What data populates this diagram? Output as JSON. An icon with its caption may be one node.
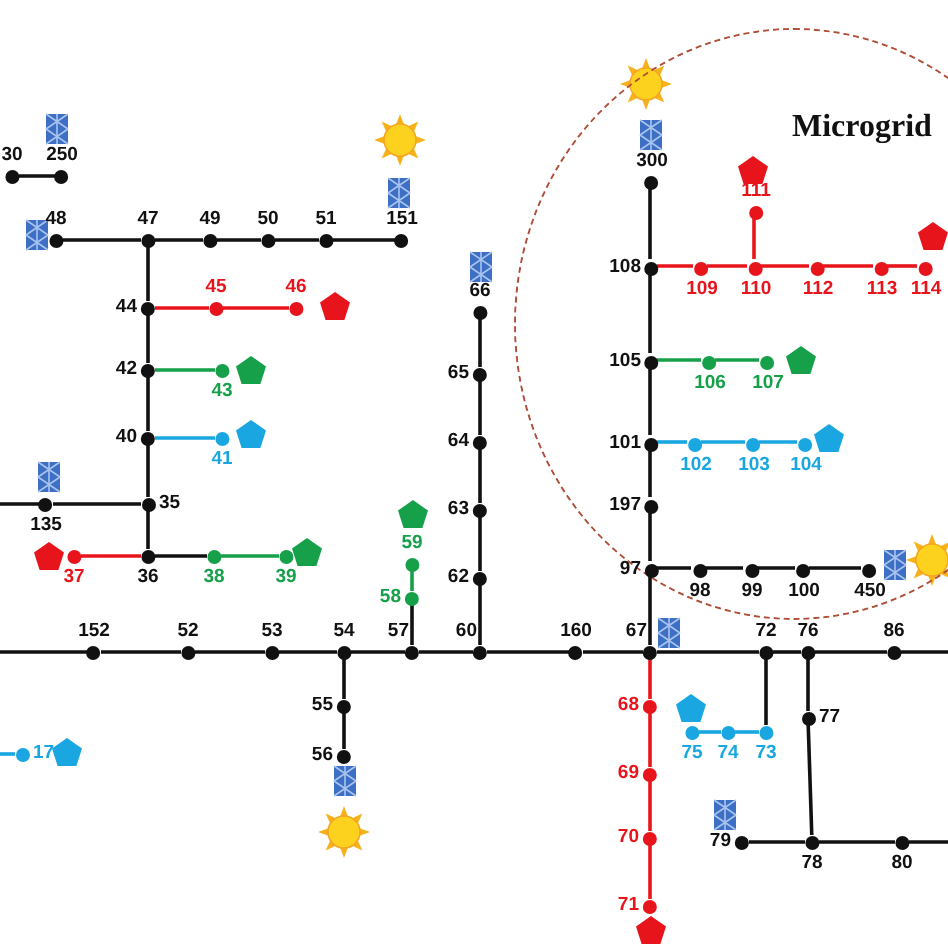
{
  "diagram": {
    "nodes": [
      {
        "text": [
          "30"
        ]
      },
      {
        "text": [
          "250"
        ]
      },
      {
        "text": [
          "48"
        ]
      },
      {
        "text": [
          "47"
        ]
      },
      {
        "text": [
          "49"
        ]
      },
      {
        "text": [
          "50"
        ]
      },
      {
        "text": [
          "51"
        ]
      },
      {
        "text": [
          "151"
        ]
      },
      {
        "text": [
          "44"
        ]
      },
      {
        "text": [
          "45"
        ]
      },
      {
        "text": [
          "46"
        ]
      },
      {
        "text": [
          "42"
        ]
      },
      {
        "text": [
          "43"
        ]
      },
      {
        "text": [
          "40"
        ]
      },
      {
        "text": [
          "41"
        ]
      },
      {
        "text": [
          "135"
        ]
      },
      {
        "text": [
          "35"
        ]
      },
      {
        "text": [
          "37"
        ]
      },
      {
        "text": [
          "36"
        ]
      },
      {
        "text": [
          "38"
        ]
      },
      {
        "text": [
          "39"
        ]
      },
      {
        "text": [
          "66"
        ]
      },
      {
        "text": [
          "65"
        ]
      },
      {
        "text": [
          "64"
        ]
      },
      {
        "text": [
          "63"
        ]
      },
      {
        "text": [
          "59"
        ]
      },
      {
        "text": [
          "58"
        ]
      },
      {
        "text": [
          "62"
        ]
      },
      {
        "text": [
          "Microgrid"
        ]
      },
      {
        "text": [
          "300"
        ],
        "in": 28
      },
      {
        "text": [
          "111"
        ],
        "in": 28
      },
      {
        "text": [
          "108"
        ],
        "in": 28
      },
      {
        "text": [
          "109"
        ],
        "in": 28
      },
      {
        "text": [
          "110"
        ],
        "in": 28
      },
      {
        "text": [
          "112"
        ],
        "in": 28
      },
      {
        "text": [
          "113"
        ],
        "in": 28
      },
      {
        "text": [
          "114"
        ],
        "in": 28
      },
      {
        "text": [
          "105"
        ],
        "in": 28
      },
      {
        "text": [
          "106"
        ],
        "in": 28
      },
      {
        "text": [
          "107"
        ],
        "in": 28
      },
      {
        "text": [
          "101"
        ],
        "in": 28
      },
      {
        "text": [
          "102"
        ],
        "in": 28
      },
      {
        "text": [
          "103"
        ],
        "in": 28
      },
      {
        "text": [
          "104"
        ],
        "in": 28
      },
      {
        "text": [
          "197"
        ],
        "in": 28
      },
      {
        "text": [
          "97"
        ],
        "in": 28
      },
      {
        "text": [
          "98"
        ],
        "in": 28
      },
      {
        "text": [
          "99"
        ],
        "in": 28
      },
      {
        "text": [
          "100"
        ],
        "in": 28
      },
      {
        "text": [
          "450"
        ],
        "in": 28
      },
      {
        "text": [
          "152"
        ]
      },
      {
        "text": [
          "52"
        ]
      },
      {
        "text": [
          "53"
        ]
      },
      {
        "text": [
          "54"
        ]
      },
      {
        "text": [
          "57"
        ]
      },
      {
        "text": [
          "60"
        ]
      },
      {
        "text": [
          "160"
        ]
      },
      {
        "text": [
          "67"
        ]
      },
      {
        "text": [
          "72"
        ]
      },
      {
        "text": [
          "76"
        ]
      },
      {
        "text": [
          "86"
        ]
      },
      {
        "text": [
          "55"
        ]
      },
      {
        "text": [
          "68"
        ]
      },
      {
        "text": [
          "77"
        ]
      },
      {
        "text": [
          "75"
        ]
      },
      {
        "text": [
          "74"
        ]
      },
      {
        "text": [
          "73"
        ]
      },
      {
        "text": [
          "17"
        ]
      },
      {
        "text": [
          "56"
        ]
      },
      {
        "text": [
          "69"
        ]
      },
      {
        "text": [
          "79"
        ]
      },
      {
        "text": [
          "78"
        ]
      },
      {
        "text": [
          "80"
        ]
      },
      {
        "text": [
          "70"
        ]
      },
      {
        "text": [
          "71"
        ]
      }
    ],
    "edges": [
      {
        "from": 0,
        "to": 1,
        "arrow": "none"
      },
      {
        "from": 2,
        "to": 3,
        "arrow": "none"
      },
      {
        "from": 3,
        "to": 4,
        "arrow": "none"
      },
      {
        "from": 4,
        "to": 5,
        "arrow": "none"
      },
      {
        "from": 5,
        "to": 6,
        "arrow": "none"
      },
      {
        "from": 6,
        "to": 7,
        "arrow": "none"
      },
      {
        "from": 3,
        "to": 8,
        "arrow": "none"
      },
      {
        "from": 8,
        "to": 9,
        "arrow": "none",
        "color": "#e8141c"
      },
      {
        "from": 9,
        "to": 10,
        "arrow": "none",
        "color": "#e8141c"
      },
      {
        "from": 8,
        "to": 11,
        "arrow": "none"
      },
      {
        "from": 11,
        "to": 12,
        "arrow": "none",
        "color": "#16a04a"
      },
      {
        "from": 11,
        "to": 13,
        "arrow": "none"
      },
      {
        "from": 13,
        "to": 14,
        "arrow": "none",
        "color": "#1aa7e1"
      },
      {
        "from": 13,
        "to": 16,
        "arrow": "none"
      },
      {
        "from": null,
        "to": 15,
        "arrow": "none"
      },
      {
        "from": 15,
        "to": 16,
        "arrow": "none"
      },
      {
        "from": 16,
        "to": 18,
        "arrow": "none"
      },
      {
        "from": 18,
        "to": 17,
        "arrow": "none",
        "color": "#e8141c"
      },
      {
        "from": 18,
        "to": 19,
        "arrow": "none"
      },
      {
        "from": 19,
        "to": 20,
        "arrow": "none",
        "color": "#16a04a"
      },
      {
        "from": 21,
        "to": 22,
        "arrow": "none"
      },
      {
        "from": 22,
        "to": 23,
        "arrow": "none"
      },
      {
        "from": 23,
        "to": 24,
        "arrow": "none"
      },
      {
        "from": 24,
        "to": 27,
        "arrow": "none"
      },
      {
        "from": 27,
        "to": 55,
        "arrow": "none"
      },
      {
        "from": 26,
        "to": 25,
        "arrow": "none",
        "color": "#16a04a"
      },
      {
        "from": 26,
        "to": 54,
        "arrow": "none"
      },
      {
        "from": 29,
        "to": 31,
        "arrow": "none"
      },
      {
        "from": 31,
        "to": 32,
        "arrow": "none",
        "color": "#e8141c"
      },
      {
        "from": 32,
        "to": 33,
        "arrow": "none",
        "color": "#e8141c"
      },
      {
        "from": 33,
        "to": 30,
        "arrow": "none",
        "color": "#e8141c"
      },
      {
        "from": 33,
        "to": 34,
        "arrow": "none",
        "color": "#e8141c"
      },
      {
        "from": 34,
        "to": 35,
        "arrow": "none",
        "color": "#e8141c"
      },
      {
        "from": 35,
        "to": 36,
        "arrow": "none",
        "color": "#e8141c"
      },
      {
        "from": 31,
        "to": 37,
        "arrow": "none"
      },
      {
        "from": 37,
        "to": 38,
        "arrow": "none",
        "color": "#16a04a"
      },
      {
        "from": 38,
        "to": 39,
        "arrow": "none",
        "color": "#16a04a"
      },
      {
        "from": 37,
        "to": 40,
        "arrow": "none"
      },
      {
        "from": 40,
        "to": 41,
        "arrow": "none",
        "color": "#1aa7e1"
      },
      {
        "from": 41,
        "to": 42,
        "arrow": "none",
        "color": "#1aa7e1"
      },
      {
        "from": 42,
        "to": 43,
        "arrow": "none",
        "color": "#1aa7e1"
      },
      {
        "from": 40,
        "to": 44,
        "arrow": "none"
      },
      {
        "from": 44,
        "to": 45,
        "arrow": "none"
      },
      {
        "from": 45,
        "to": 46,
        "arrow": "none"
      },
      {
        "from": 46,
        "to": 47,
        "arrow": "none"
      },
      {
        "from": 47,
        "to": 48,
        "arrow": "none"
      },
      {
        "from": 48,
        "to": 49,
        "arrow": "none"
      },
      {
        "from": 45,
        "to": 57,
        "arrow": "none"
      },
      {
        "from": null,
        "to": 50,
        "arrow": "none"
      },
      {
        "from": 50,
        "to": 51,
        "arrow": "none"
      },
      {
        "from": 51,
        "to": 52,
        "arrow": "none"
      },
      {
        "from": 52,
        "to": 53,
        "arrow": "none"
      },
      {
        "from": 53,
        "to": 54,
        "arrow": "none"
      },
      {
        "from": 54,
        "to": 55,
        "arrow": "none"
      },
      {
        "from": 55,
        "to": 56,
        "arrow": "none"
      },
      {
        "from": 56,
        "to": 57,
        "arrow": "none"
      },
      {
        "from": 57,
        "to": 58,
        "arrow": "none"
      },
      {
        "from": 58,
        "to": 59,
        "arrow": "none"
      },
      {
        "from": 59,
        "to": 60,
        "arrow": "none"
      },
      {
        "from": 60,
        "to": null,
        "arrow": "none"
      },
      {
        "from": 53,
        "to": 61,
        "arrow": "none"
      },
      {
        "from": 61,
        "to": 68,
        "arrow": "none"
      },
      {
        "from": 57,
        "to": 62,
        "arrow": "none",
        "color": "#e8141c"
      },
      {
        "from": 62,
        "to": 69,
        "arrow": "none",
        "color": "#e8141c"
      },
      {
        "from": 69,
        "to": 73,
        "arrow": "none",
        "color": "#e8141c"
      },
      {
        "from": 73,
        "to": 74,
        "arrow": "none",
        "color": "#e8141c"
      },
      {
        "from": 58,
        "to": 66,
        "arrow": "none"
      },
      {
        "from": 66,
        "to": 65,
        "arrow": "none",
        "color": "#1aa7e1"
      },
      {
        "from": 65,
        "to": 64,
        "arrow": "none",
        "color": "#1aa7e1"
      },
      {
        "from": 59,
        "to": 63,
        "arrow": "none"
      },
      {
        "from": 63,
        "to": 71,
        "arrow": "none"
      },
      {
        "from": 70,
        "to": 71,
        "arrow": "none"
      },
      {
        "from": 71,
        "to": 72,
        "arrow": "none"
      },
      {
        "from": 72,
        "to": null,
        "arrow": "none"
      },
      {
        "from": null,
        "to": 67,
        "arrow": "none",
        "color": "#1aa7e1"
      }
    ]
  }
}
